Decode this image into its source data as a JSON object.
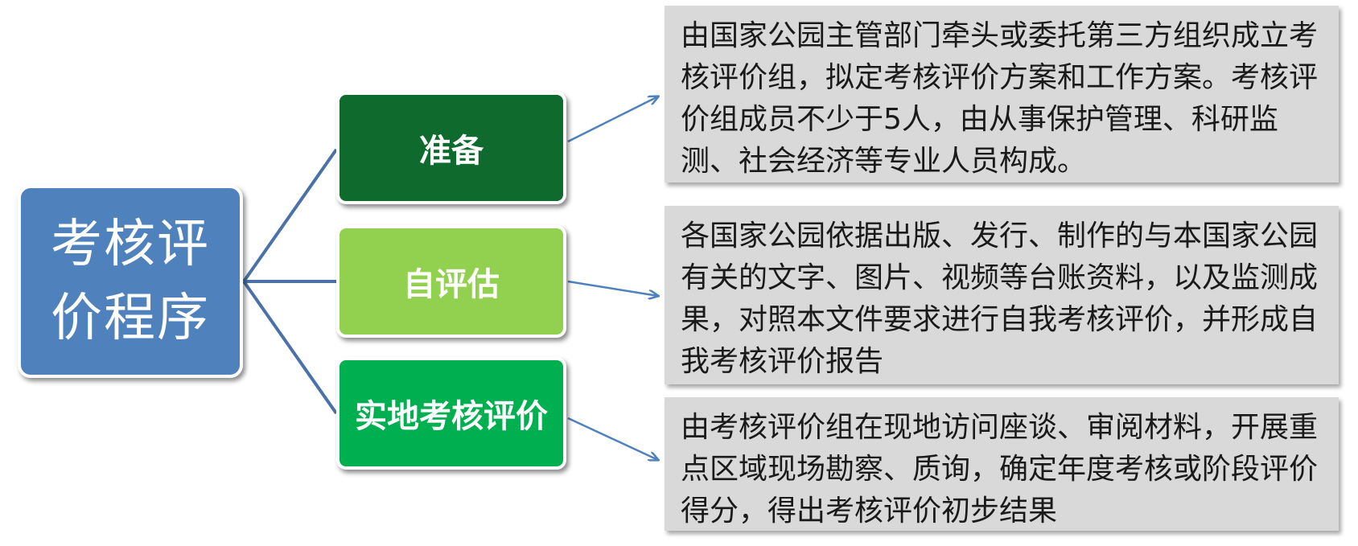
{
  "root": {
    "label": "考核评价程序"
  },
  "steps": [
    {
      "label": "准备",
      "color": "#0e6b2d",
      "description": "由国家公园主管部门牵头或委托第三方组织成立考核评价组，拟定考核评价方案和工作方案。考核评价组成员不少于5人，由从事保护管理、科研监测、社会经济等专业人员构成。"
    },
    {
      "label": "自评估",
      "color": "#92d050",
      "description": "各国家公园依据出版、发行、制作的与本国家公园有关的文字、图片、视频等台账资料，以及监测成果，对照本文件要求进行自我考核评价，并形成自我考核评价报告"
    },
    {
      "label": "实地考核评价",
      "color": "#00b050",
      "description": "由考核评价组在现地访问座谈、审阅材料，开展重点区域现场勘察、质询，确定年度考核或阶段评价得分，得出考核评价初步结果"
    }
  ],
  "colors": {
    "root_fill": "#4f81bd",
    "connector": "#4a72a8",
    "arrow": "#4f81bd",
    "description_fill": "#d9d9d9"
  }
}
